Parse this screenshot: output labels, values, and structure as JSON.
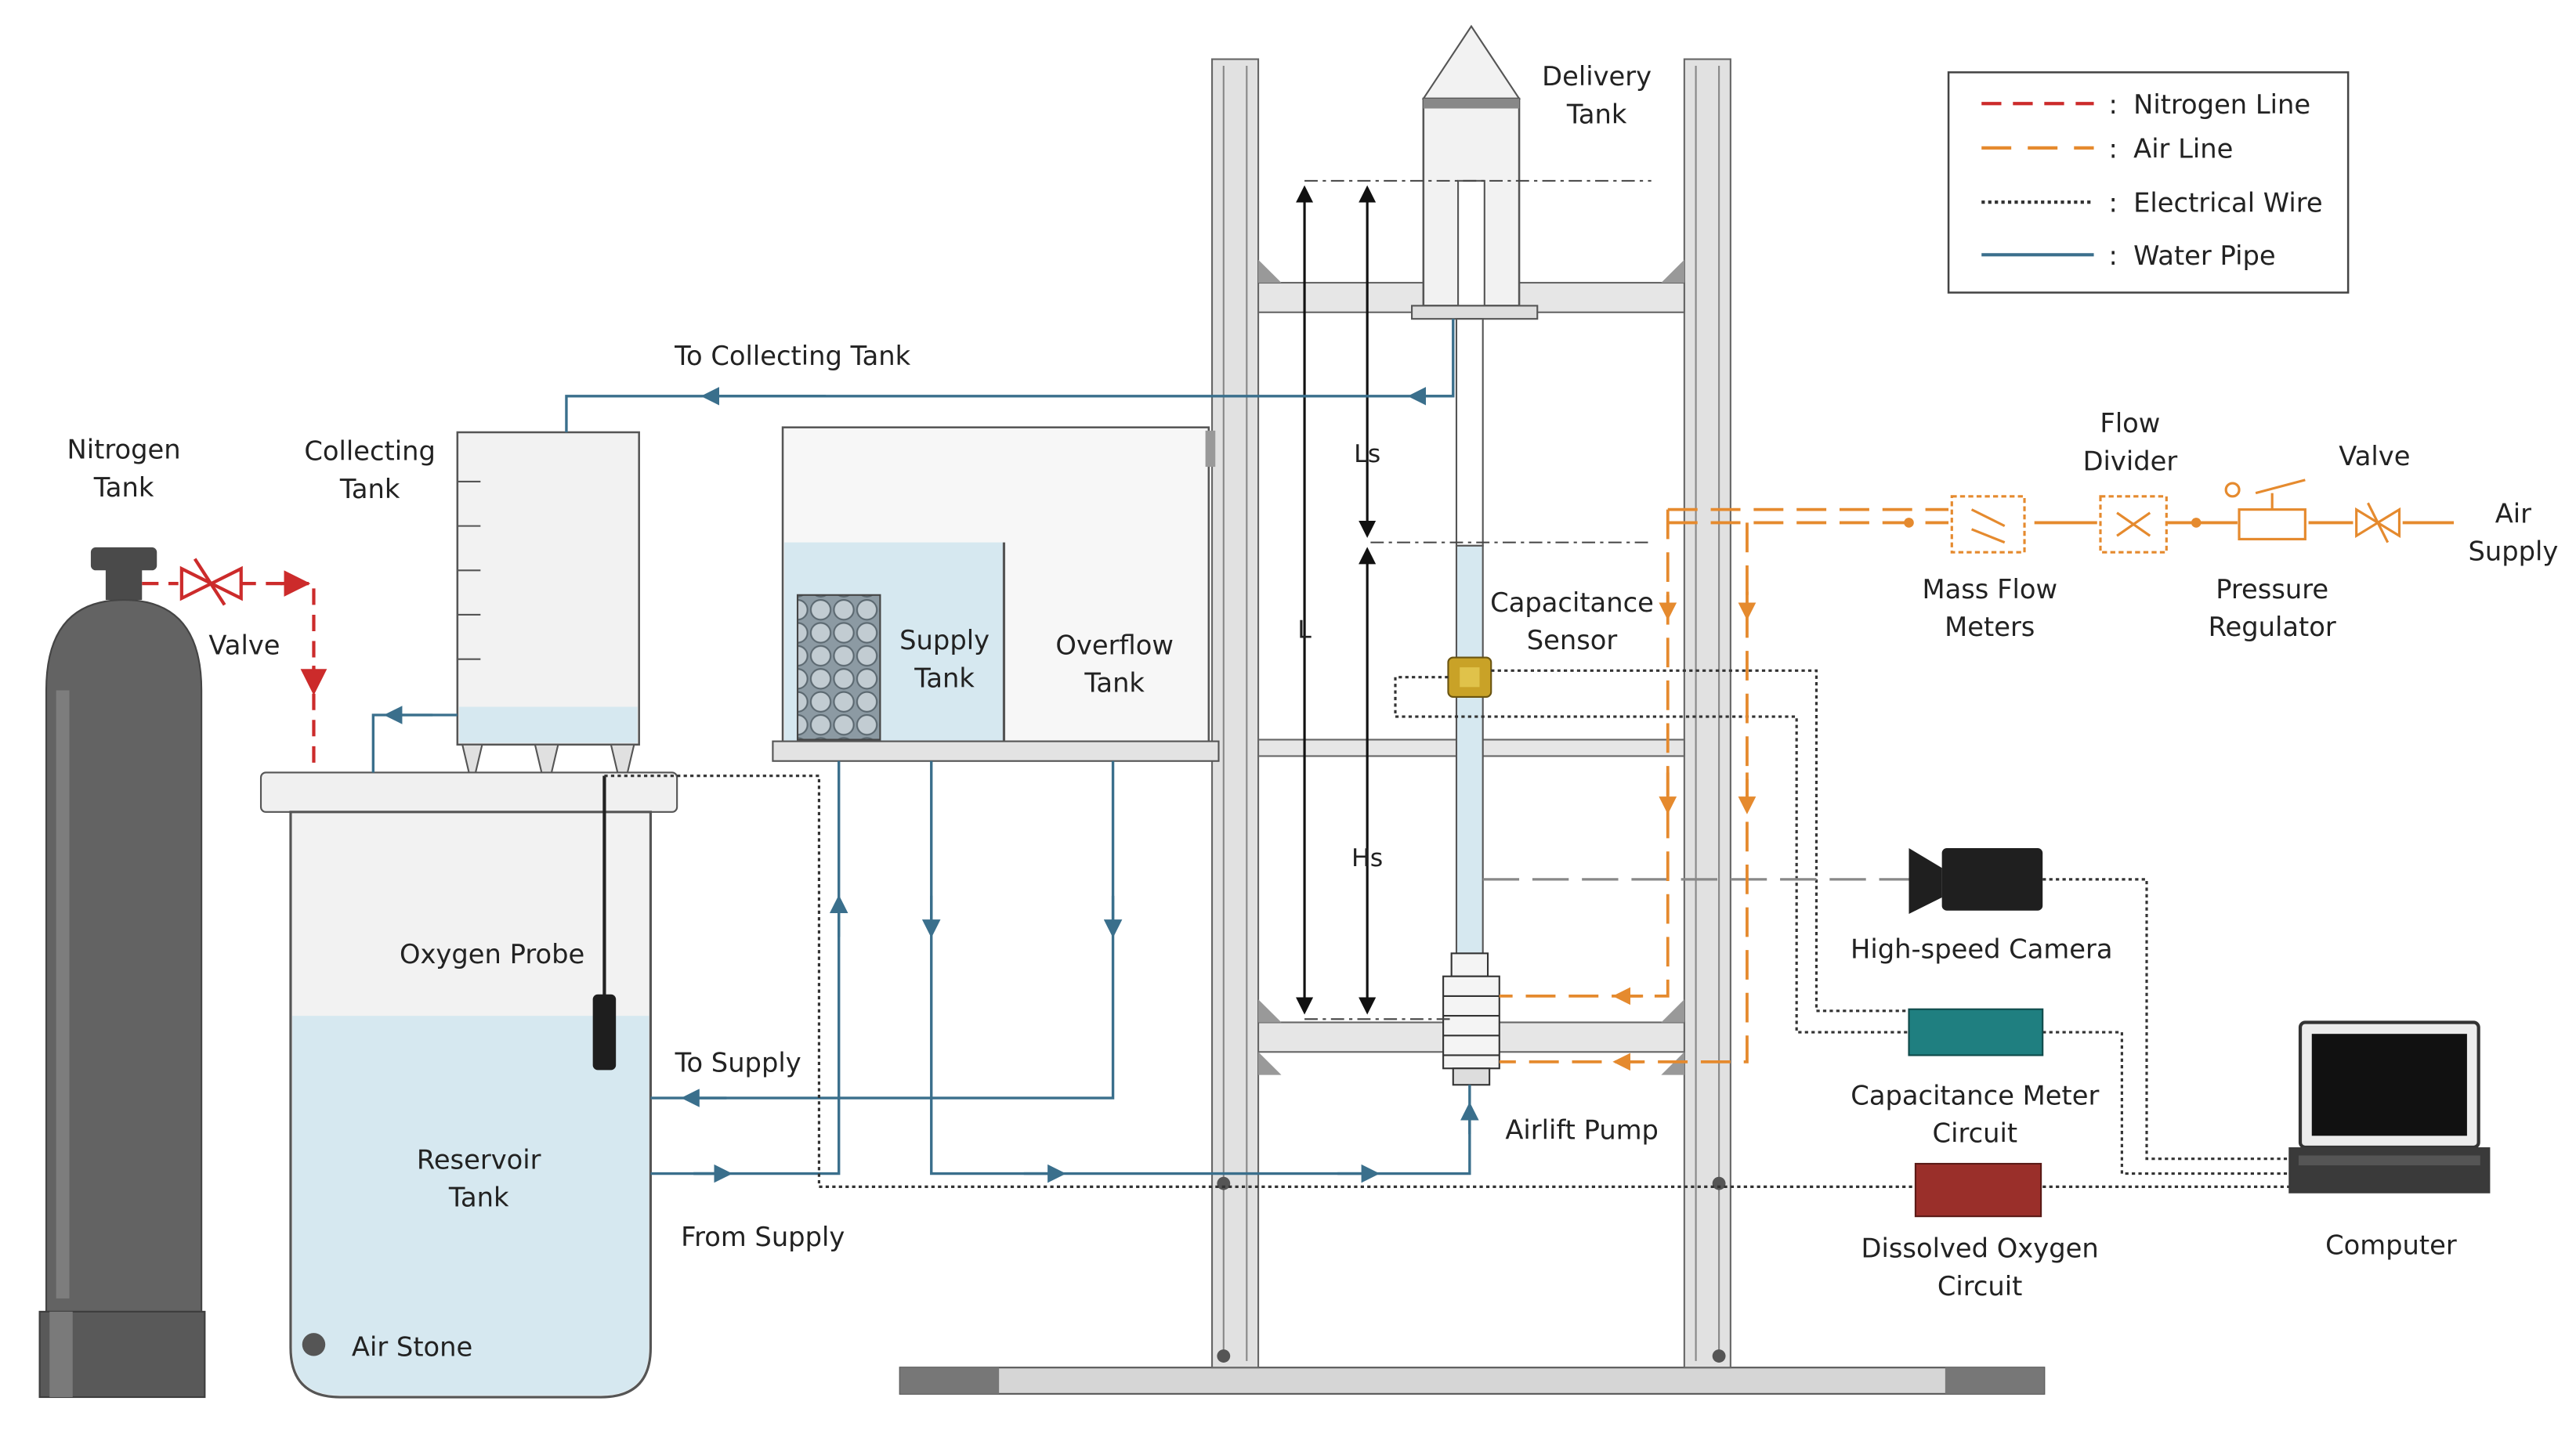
{
  "legend": {
    "items": [
      {
        "key": "nitrogen",
        "label": "Nitrogen Line",
        "color": "#cc2b2b",
        "style": "dashed"
      },
      {
        "key": "air",
        "label": "Air Line",
        "color": "#e58a2e",
        "style": "long-dashed"
      },
      {
        "key": "wire",
        "label": "Electrical Wire",
        "color": "#333333",
        "style": "dotted"
      },
      {
        "key": "water",
        "label": "Water Pipe",
        "color": "#3a6f8c",
        "style": "solid"
      }
    ]
  },
  "labels": {
    "nitrogen_tank": [
      "Nitrogen",
      "Tank"
    ],
    "valve_left": "Valve",
    "collecting_tank": [
      "Collecting",
      "Tank"
    ],
    "to_collecting_tank": "To Collecting Tank",
    "supply_tank": [
      "Supply",
      "Tank"
    ],
    "overflow_tank": [
      "Overflow",
      "Tank"
    ],
    "delivery_tank": [
      "Delivery",
      "Tank"
    ],
    "capacitance_sensor": [
      "Capacitance",
      "Sensor"
    ],
    "oxygen_probe": "Oxygen Probe",
    "reservoir_tank": [
      "Reservoir",
      "Tank"
    ],
    "air_stone": "Air Stone",
    "to_supply": "To Supply",
    "from_supply": "From Supply",
    "airlift_pump": "Airlift Pump",
    "flow_divider": [
      "Flow",
      "Divider"
    ],
    "valve_right": "Valve",
    "air_supply": [
      "Air",
      "Supply"
    ],
    "mass_flow_meters": [
      "Mass Flow",
      "Meters"
    ],
    "pressure_regulator": [
      "Pressure",
      "Regulator"
    ],
    "high_speed_camera": "High-speed Camera",
    "capacitance_meter": [
      "Capacitance Meter",
      "Circuit"
    ],
    "dissolved_oxygen": [
      "Dissolved Oxygen",
      "Circuit"
    ],
    "computer": "Computer",
    "dim_L": "L",
    "dim_Ls": "Ls",
    "dim_Hs": "Hs"
  },
  "colors": {
    "water_fill": "#d6e8f0",
    "water_pipe": "#3a6f8c",
    "nitrogen": "#cc2b2b",
    "air": "#e58a2e",
    "wire": "#333333",
    "frame": "#d0d0d0",
    "tank_gray": "#5f5f5f",
    "camera": "#1f1f1f",
    "cap_meter": "#1f7f80",
    "do_circuit": "#9a2f2a"
  }
}
